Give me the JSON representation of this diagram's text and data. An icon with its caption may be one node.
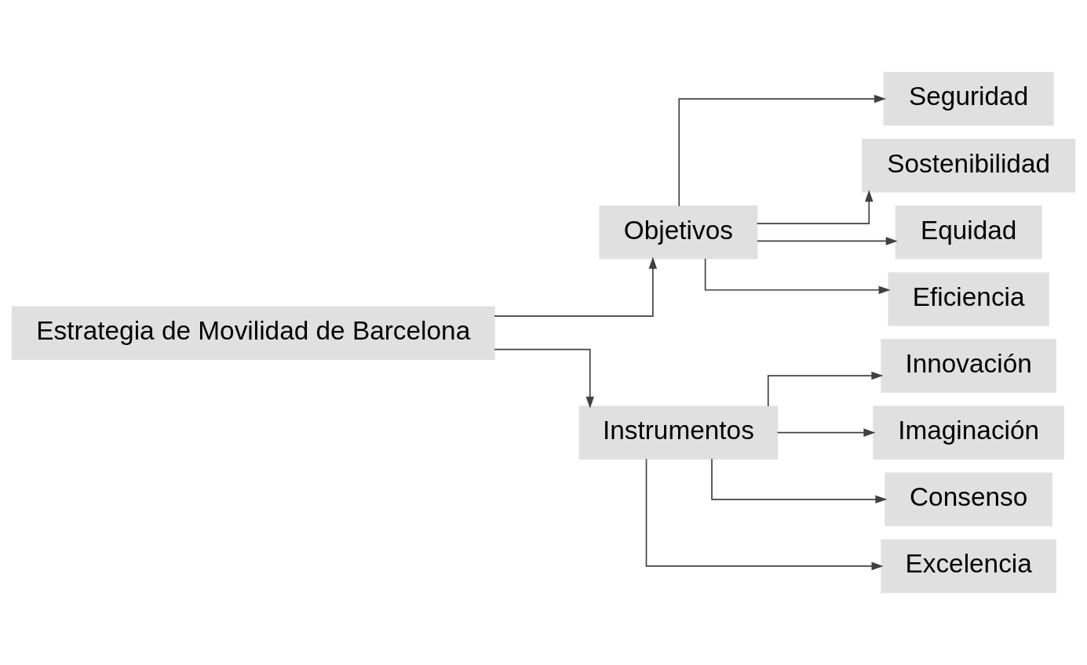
{
  "diagram": {
    "nodes": [
      {
        "text": [
          "Estrategia de Movilidad de Barcelona"
        ]
      },
      {
        "text": [
          "Objetivos"
        ]
      },
      {
        "text": [
          "Seguridad"
        ]
      },
      {
        "text": [
          "Sostenibilidad"
        ]
      },
      {
        "text": [
          "Equidad"
        ]
      },
      {
        "text": [
          "Eficiencia"
        ]
      },
      {
        "text": [
          "Instrumentos"
        ]
      },
      {
        "text": [
          "Innovación"
        ]
      },
      {
        "text": [
          "Imaginación"
        ]
      },
      {
        "text": [
          "Consenso"
        ]
      },
      {
        "text": [
          "Excelencia"
        ]
      }
    ],
    "edges": [
      {
        "from": 0,
        "to": 1,
        "arrow": "to"
      },
      {
        "from": 0,
        "to": 6,
        "arrow": "to"
      },
      {
        "from": 1,
        "to": 2,
        "arrow": "to"
      },
      {
        "from": 1,
        "to": 3,
        "arrow": "to"
      },
      {
        "from": 1,
        "to": 4,
        "arrow": "to"
      },
      {
        "from": 1,
        "to": 5,
        "arrow": "to"
      },
      {
        "from": 6,
        "to": 7,
        "arrow": "to"
      },
      {
        "from": 6,
        "to": 8,
        "arrow": "to"
      },
      {
        "from": 6,
        "to": 9,
        "arrow": "to"
      },
      {
        "from": 6,
        "to": 10,
        "arrow": "to"
      }
    ]
  }
}
